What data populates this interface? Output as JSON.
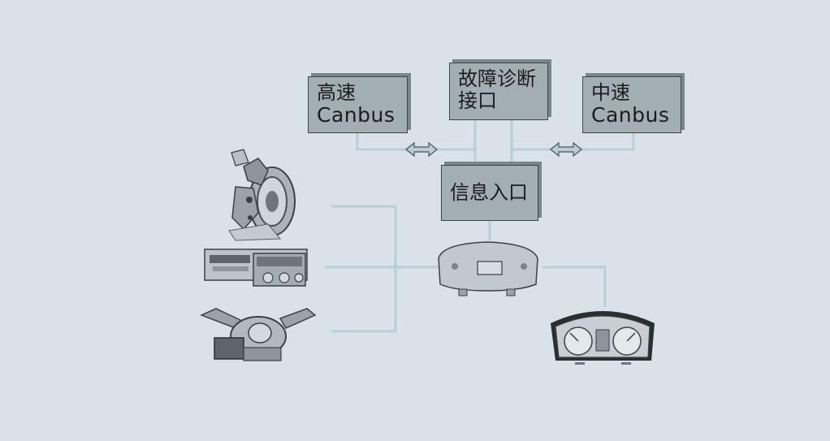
{
  "boxes": {
    "high_speed": {
      "line1": "高速",
      "line2": "Canbus"
    },
    "diagnostic": {
      "line1": "故障诊断",
      "line2": "接口"
    },
    "mid_speed": {
      "line1": "中速",
      "line2": "Canbus"
    },
    "gateway": {
      "line1": "信息入口"
    }
  },
  "colors": {
    "background": "#d9e1e9",
    "connector": "#b9cdd3",
    "box_fill": "#a3adb4",
    "box_border": "#3d4449",
    "component": "#9aa3aa"
  },
  "icons": [
    "brake-caliper-icon",
    "audio-unit-icon",
    "steering-switch-icon",
    "instrument-cluster-back-icon",
    "instrument-cluster-front-icon",
    "double-arrow-icon"
  ]
}
